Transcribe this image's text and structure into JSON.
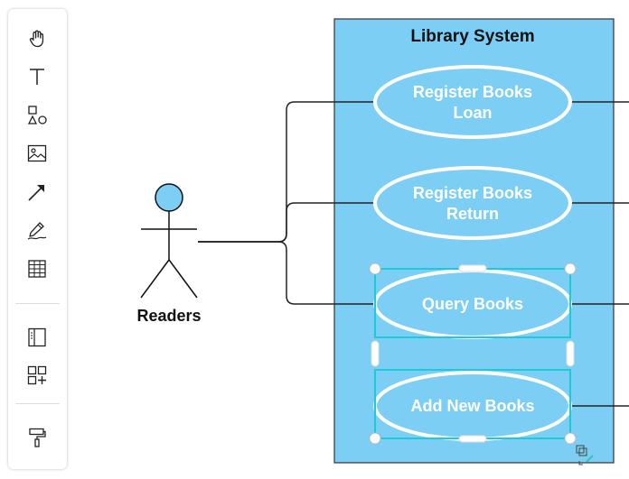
{
  "toolbar": {
    "tools": [
      {
        "name": "hand-icon"
      },
      {
        "name": "text-icon"
      },
      {
        "name": "shapes-icon"
      },
      {
        "name": "image-icon"
      },
      {
        "name": "arrow-icon"
      },
      {
        "name": "pencil-icon"
      },
      {
        "name": "table-icon"
      },
      {
        "name": "frame-icon"
      },
      {
        "name": "add-components-icon"
      },
      {
        "name": "format-painter-icon"
      }
    ]
  },
  "diagram": {
    "system_title": "Library System",
    "actor_label": "Readers",
    "use_cases": [
      {
        "line1": "Register Books",
        "line2": "Loan"
      },
      {
        "line1": "Register Books",
        "line2": "Return"
      },
      {
        "line1": "Query Books"
      },
      {
        "line1": "Add New Books"
      }
    ],
    "colors": {
      "system_fill": "#7ccef5",
      "usecase_fill": "#7ccef5",
      "usecase_stroke": "#ffffff",
      "selection": "#1ec9d8",
      "actor_head": "#7ccef5",
      "line": "#222222"
    }
  }
}
